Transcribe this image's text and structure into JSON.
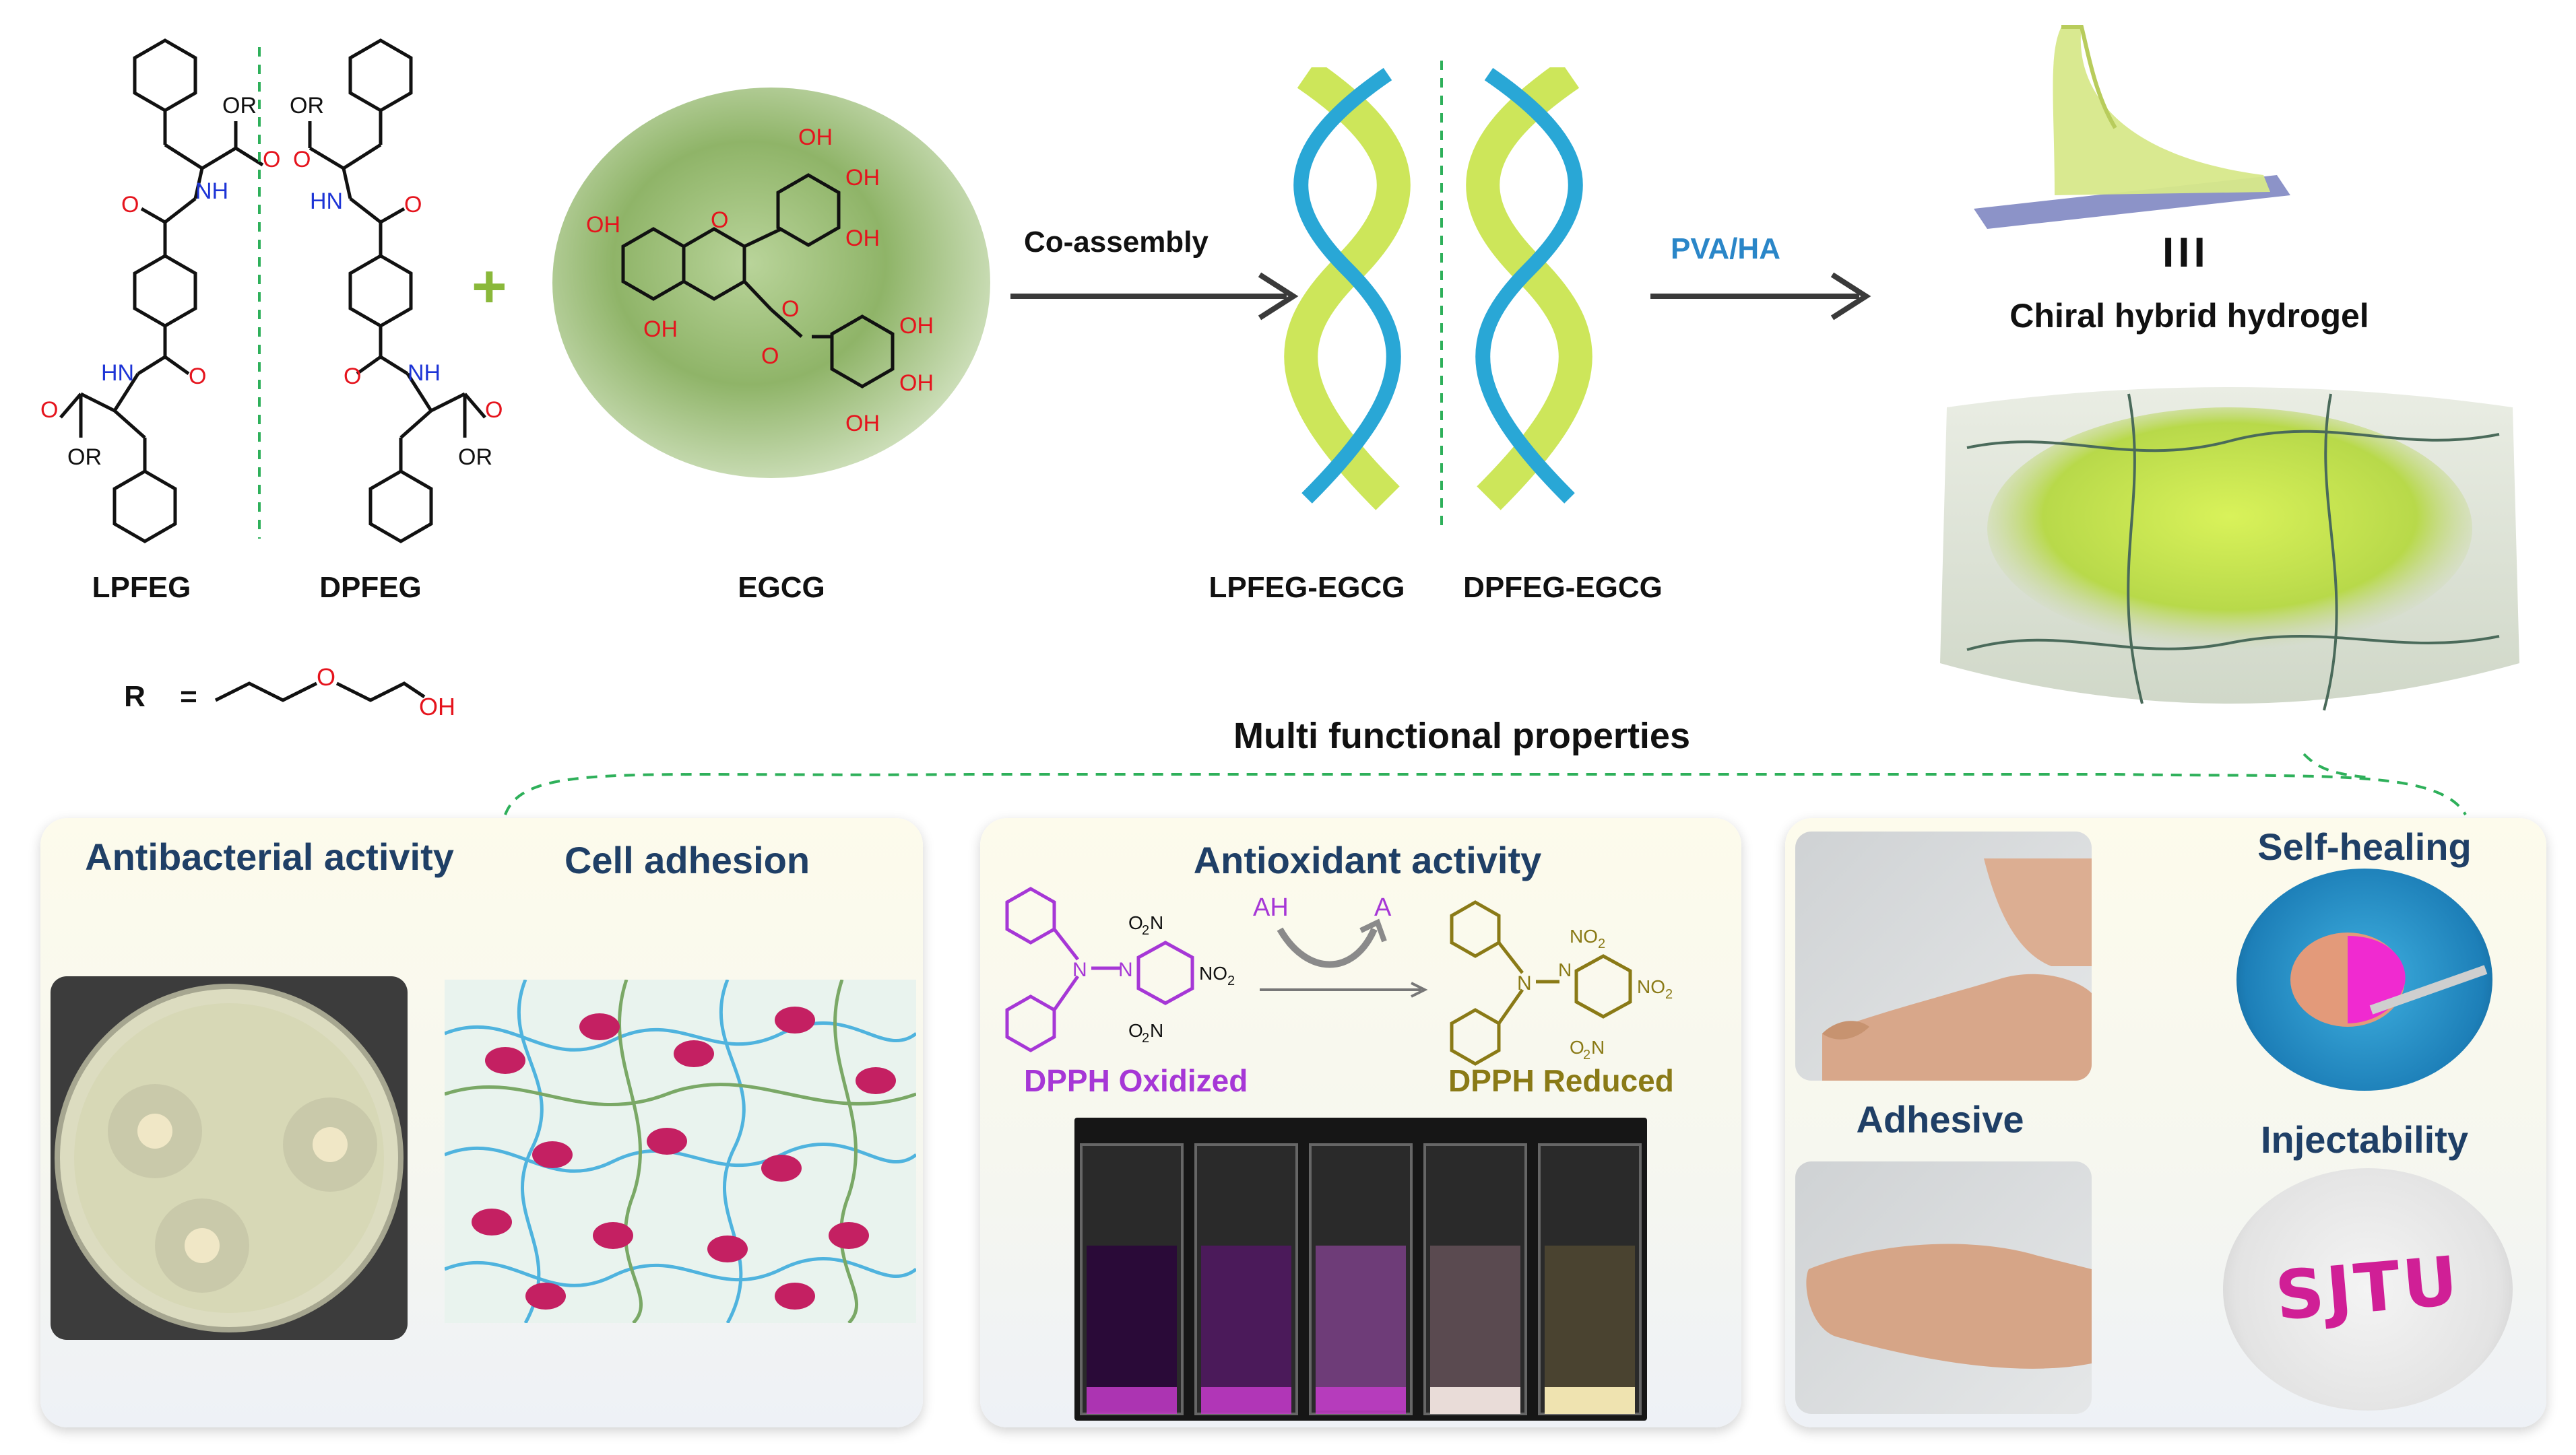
{
  "structures": {
    "lpfeg": "LPFEG",
    "dpfeg": "DPFEG",
    "egcg": "EGCG",
    "r_label": "R",
    "r_equals": "=",
    "atoms": {
      "or": "OR",
      "o": "O",
      "nh": "NH",
      "hn": "HN",
      "oh": "OH"
    }
  },
  "plus_sign": "+",
  "arrows": {
    "co_assembly": "Co-assembly",
    "pva_ha": "PVA/HA"
  },
  "helices": {
    "left": "LPFEG-EGCG",
    "right": "DPFEG-EGCG"
  },
  "hydrogel": {
    "title": "Chiral hybrid hydrogel",
    "equiv_symbol": "III"
  },
  "multi_title": "Multi functional properties",
  "panels": {
    "antibacterial": "Antibacterial activity",
    "cell_adhesion": "Cell adhesion",
    "antioxidant": {
      "title": "Antioxidant activity",
      "oxidized": "DPPH Oxidized",
      "reduced": "DPPH Reduced",
      "ah": "AH",
      "a_radical": "A",
      "no2": "NO",
      "no2_sub": "2",
      "o2n": "O",
      "o2n_mid": "2",
      "o2n_end": "N"
    },
    "adhesive": "Adhesive",
    "self_healing": "Self-healing",
    "injectability": "Injectability",
    "sjtu": "SJTU"
  },
  "colors": {
    "panel_title": "#1f3f66",
    "oxidized": "#a637d6",
    "reduced": "#8a7a16",
    "red_atom": "#e5141d",
    "blue_atom": "#1d34d6",
    "dash_green": "#2eb05a",
    "helix_blue": "#29a7d6",
    "helix_green": "#cde65a"
  }
}
